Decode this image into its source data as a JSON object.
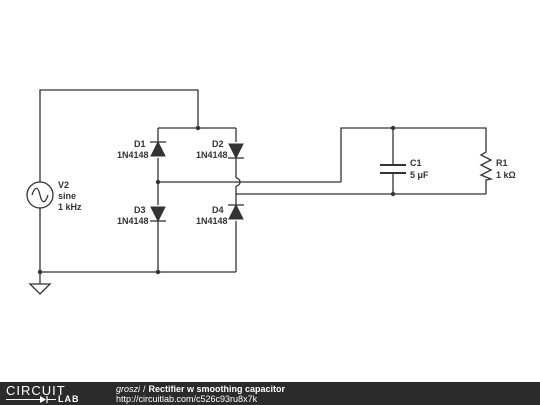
{
  "components": {
    "d1": {
      "name": "D1",
      "part": "1N4148"
    },
    "d2": {
      "name": "D2",
      "part": "1N4148"
    },
    "d3": {
      "name": "D3",
      "part": "1N4148"
    },
    "d4": {
      "name": "D4",
      "part": "1N4148"
    },
    "v2": {
      "name": "V2",
      "type": "sine",
      "freq": "1 kHz"
    },
    "c1": {
      "name": "C1",
      "value": "5 μF"
    },
    "r1": {
      "name": "R1",
      "value": "1 kΩ"
    }
  },
  "footer": {
    "logo_top": "CIRCUIT",
    "logo_bottom": "LAB",
    "author": "groszi",
    "separator": "/",
    "title": "Rectifier w smoothing capacitor",
    "url": "http://circuitlab.com/c526c93ru8x7k"
  }
}
